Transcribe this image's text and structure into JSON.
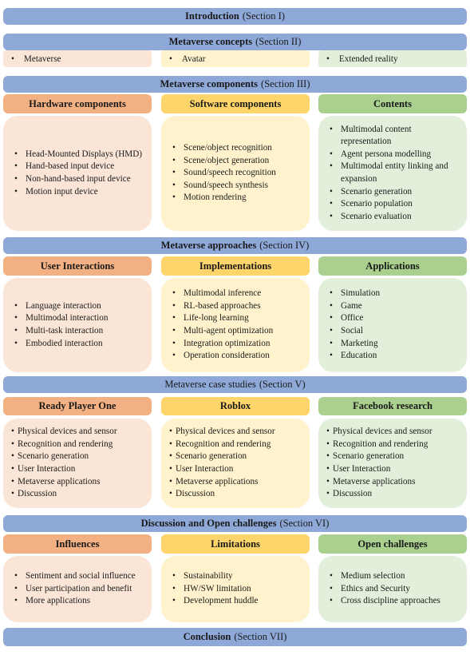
{
  "sections": {
    "introduction": {
      "title": "Introduction",
      "ref": "(Section I)"
    },
    "concepts": {
      "title": "Metaverse concepts",
      "ref": "(Section II)",
      "items": [
        "Metaverse",
        "Avatar",
        "Extended reality"
      ]
    },
    "components": {
      "title": "Metaverse components",
      "ref": "(Section III)"
    },
    "approaches": {
      "title": "Metaverse approaches",
      "ref": "(Section IV)"
    },
    "case_studies": {
      "title": "Metaverse case studies",
      "ref": "(Section V)"
    },
    "discussion": {
      "title": "Discussion and Open challenges",
      "ref": "(Section VI)"
    },
    "conclusion": {
      "title": "Conclusion",
      "ref": "(Section VII)"
    }
  },
  "components": [
    {
      "header": "Hardware components",
      "items": [
        "Head-Mounted Displays (HMD)",
        "Hand-based input device",
        "Non-hand-based input device",
        "Motion input device"
      ]
    },
    {
      "header": "Software components",
      "items": [
        "Scene/object recognition",
        "Scene/object generation",
        "Sound/speech recognition",
        "Sound/speech synthesis",
        "Motion rendering"
      ]
    },
    {
      "header": "Contents",
      "items": [
        "Multimodal content representation",
        "Agent persona modelling",
        "Multimodal entity linking and expansion",
        "Scenario generation",
        "Scenario population",
        "Scenario evaluation"
      ]
    }
  ],
  "approaches": [
    {
      "header": "User Interactions",
      "items": [
        "Language interaction",
        "Multimodal interaction",
        "Multi-task interaction",
        "Embodied interaction"
      ]
    },
    {
      "header": "Implementations",
      "items": [
        "Multimodal inference",
        "RL-based approaches",
        "Life-long learning",
        "Multi-agent optimization",
        "Integration optimization",
        "Operation consideration"
      ]
    },
    {
      "header": "Applications",
      "items": [
        "Simulation",
        "Game",
        "Office",
        "Social",
        "Marketing",
        "Education"
      ]
    }
  ],
  "case_studies": [
    {
      "header": "Ready Player One",
      "items": [
        "Physical devices and sensor",
        "Recognition and rendering",
        "Scenario generation",
        "User Interaction",
        "Metaverse applications",
        "Discussion"
      ]
    },
    {
      "header": "Roblox",
      "items": [
        "Physical devices and sensor",
        "Recognition and rendering",
        "Scenario generation",
        "User Interaction",
        "Metaverse applications",
        "Discussion"
      ]
    },
    {
      "header": "Facebook research",
      "items": [
        "Physical devices and sensor",
        "Recognition and rendering",
        "Scenario generation",
        "User Interaction",
        "Metaverse applications",
        "Discussion"
      ]
    }
  ],
  "discussion": [
    {
      "header": "Influences",
      "items": [
        "Sentiment and social influence",
        "User participation and benefit",
        "More applications"
      ]
    },
    {
      "header": "Limitations",
      "items": [
        "Sustainability",
        "HW/SW limitation",
        "Development huddle"
      ]
    },
    {
      "header": "Open challenges",
      "items": [
        "Medium selection",
        "Ethics and Security",
        "Cross discipline approaches"
      ]
    }
  ]
}
